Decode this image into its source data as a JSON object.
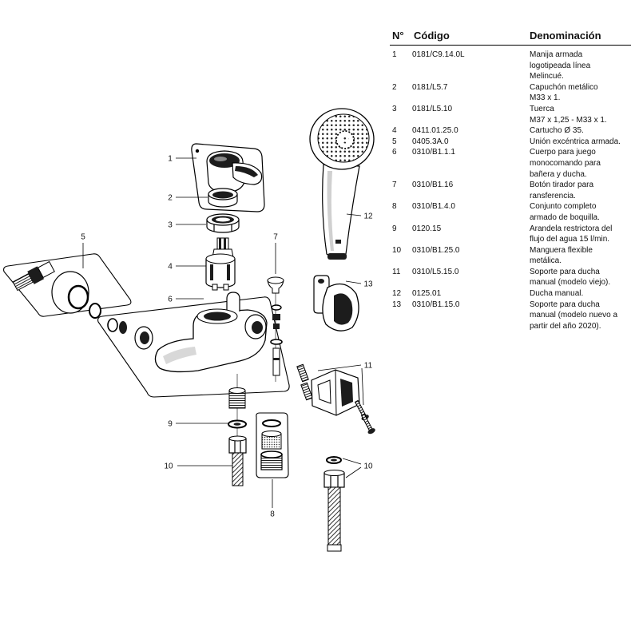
{
  "diagram": {
    "callouts": [
      "1",
      "2",
      "3",
      "4",
      "5",
      "6",
      "7",
      "8",
      "9",
      "10",
      "10",
      "11",
      "12",
      "13"
    ]
  },
  "table": {
    "headers": {
      "number": "N°",
      "code": "Código",
      "description": "Denominación"
    },
    "rows": [
      {
        "number": "1",
        "code": "0181/C9.14.0L",
        "description": [
          "Manija armada",
          "logotipeada línea",
          "Melincué."
        ]
      },
      {
        "number": "2",
        "code": "0181/L5.7",
        "description": [
          "Capuchón metálico",
          "M33 x 1."
        ]
      },
      {
        "number": "3",
        "code": "0181/L5.10",
        "description": [
          "Tuerca",
          "M37 x 1,25 - M33 x 1."
        ]
      },
      {
        "number": "4",
        "code": "0411.01.25.0",
        "description": [
          "Cartucho Ø 35."
        ]
      },
      {
        "number": "5",
        "code": "0405.3A.0",
        "description": [
          "Unión excéntrica armada."
        ]
      },
      {
        "number": "6",
        "code": "0310/B1.1.1",
        "description": [
          "Cuerpo para juego",
          "monocomando para",
          "bañera y ducha."
        ]
      },
      {
        "number": "7",
        "code": "0310/B1.16",
        "description": [
          "Botón tirador para",
          "ransferencia."
        ]
      },
      {
        "number": "8",
        "code": "0310/B1.4.0",
        "description": [
          "Conjunto completo",
          "armado de boquilla."
        ]
      },
      {
        "number": "9",
        "code": "0120.15",
        "description": [
          "Arandela restrictora del",
          "flujo del agua 15 l/min."
        ]
      },
      {
        "number": "10",
        "code": "0310/B1.25.0",
        "description": [
          "Manguera flexible",
          "metálica."
        ]
      },
      {
        "number": "11",
        "code": "0310/L5.15.0",
        "description": [
          "Soporte para ducha",
          "manual (modelo viejo)."
        ]
      },
      {
        "number": "12",
        "code": "0125.01",
        "description": [
          "Ducha manual."
        ]
      },
      {
        "number": "13",
        "code": "0310/B1.15.0",
        "description": [
          "Soporte para ducha",
          "manual (modelo nuevo a",
          "partir del año 2020)."
        ]
      }
    ]
  }
}
